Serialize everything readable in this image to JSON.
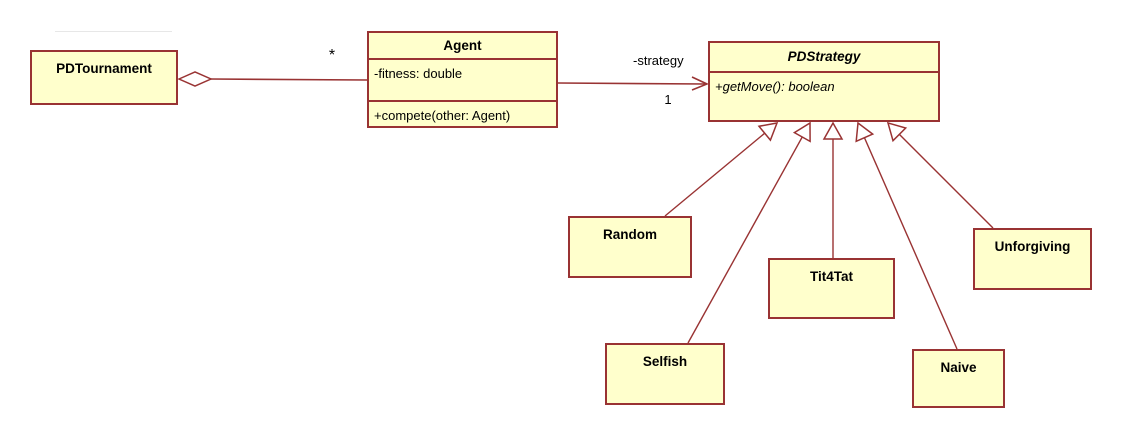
{
  "diagram": {
    "type": "uml-class-diagram",
    "classes": {
      "pdtournament": {
        "name": "PDTournament"
      },
      "agent": {
        "name": "Agent",
        "attributes": [
          "-fitness: double"
        ],
        "methods": [
          "+compete(other: Agent)"
        ]
      },
      "pdstrategy": {
        "name": "PDStrategy",
        "abstract": true,
        "methods": [
          "+getMove(): boolean"
        ]
      },
      "random": {
        "name": "Random"
      },
      "selfish": {
        "name": "Selfish"
      },
      "tit4tat": {
        "name": "Tit4Tat"
      },
      "naive": {
        "name": "Naive"
      },
      "unforgiving": {
        "name": "Unforgiving"
      }
    },
    "relationships": {
      "aggregation": {
        "from": "PDTournament",
        "to": "Agent",
        "type": "aggregation",
        "multiplicity": "*"
      },
      "association": {
        "from": "Agent",
        "to": "PDStrategy",
        "type": "directed-association",
        "label": "-strategy",
        "multiplicity": "1"
      },
      "generalizations": {
        "parent": "PDStrategy",
        "children": [
          "Random",
          "Selfish",
          "Tit4Tat",
          "Naive",
          "Unforgiving"
        ]
      }
    },
    "colors": {
      "box_fill": "#ffffcc",
      "box_border": "#993333",
      "line": "#993333",
      "text": "#000000",
      "background": "#ffffff"
    }
  }
}
